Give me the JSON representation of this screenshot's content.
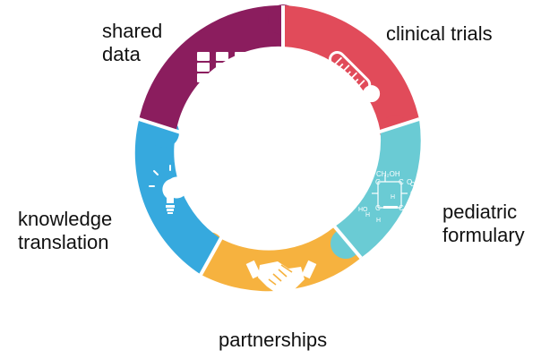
{
  "segments": [
    {
      "key": "shared",
      "label_lines": [
        "shared",
        "data"
      ],
      "color": "#8B1D5E",
      "icon": "database-servers-icon"
    },
    {
      "key": "clinical",
      "label_lines": [
        "clinical trials"
      ],
      "color": "#E14B5A",
      "icon": "thermometer-icon"
    },
    {
      "key": "formulary",
      "label_lines": [
        "pediatric",
        "formulary"
      ],
      "color": "#6ACBD4",
      "icon": "glucose-molecule-icon"
    },
    {
      "key": "partnerships",
      "label_lines": [
        "partnerships"
      ],
      "color": "#F6B23F",
      "icon": "handshake-icon"
    },
    {
      "key": "knowledge",
      "label_lines": [
        "knowledge",
        "translation"
      ],
      "color": "#36A9DE",
      "icon": "lightbulb-icon"
    }
  ],
  "molecule": {
    "top_group": "CH₂OH",
    "atoms": [
      "C",
      "C",
      "C",
      "C",
      "C",
      "O"
    ],
    "hydrogens": [
      "H",
      "H",
      "H",
      "H",
      "H"
    ],
    "hydroxyls": [
      "OH",
      "OH",
      "HO",
      "OH"
    ]
  }
}
